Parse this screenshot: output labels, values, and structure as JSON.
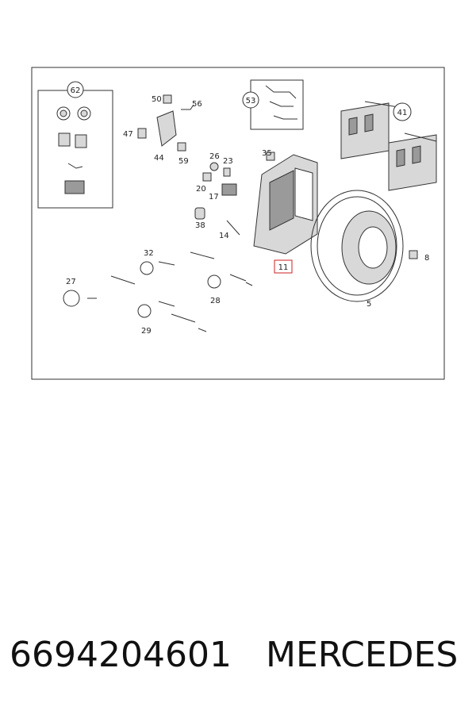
{
  "diagram": {
    "labels": {
      "l62": "62",
      "l50": "50",
      "l56": "56",
      "l53": "53",
      "l41": "41",
      "l47": "47",
      "l44": "44",
      "l59": "59",
      "l26": "26",
      "l23": "23",
      "l35": "35",
      "l20": "20",
      "l17": "17",
      "l38": "38",
      "l14": "14",
      "l8": "8",
      "l11": "11",
      "l32": "32",
      "l27": "27",
      "l28": "28",
      "l29": "29",
      "l5": "5"
    },
    "highlight_color": "#cc2222"
  },
  "caption": {
    "part_number": "6694204601",
    "brand": "MERCEDES"
  }
}
